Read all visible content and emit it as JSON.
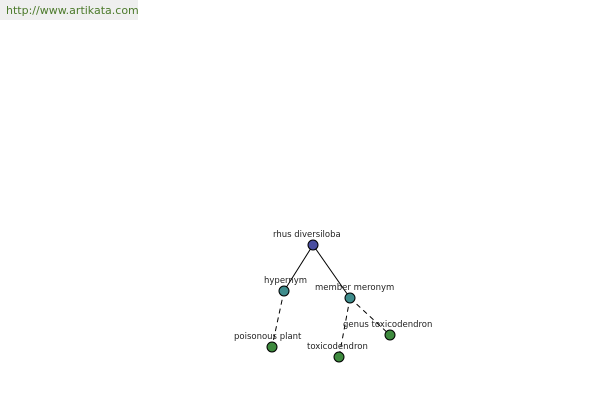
{
  "header": {
    "url": "http://www.artikata.com"
  },
  "colors": {
    "root": "#4a4ea0",
    "relation": "#3f8c8c",
    "leaf": "#3e8a3e",
    "url_text": "#4c7a2b",
    "url_bg": "#efefef"
  },
  "graph": {
    "nodes": {
      "root": {
        "label": "rhus diversiloba",
        "kind": "root"
      },
      "hypernym": {
        "label": "hypernym",
        "kind": "relation"
      },
      "member_meronym": {
        "label": "member meronym",
        "kind": "relation"
      },
      "poisonous_plant": {
        "label": "poisonous plant",
        "kind": "leaf"
      },
      "toxicodendron": {
        "label": "toxicodendron",
        "kind": "leaf"
      },
      "genus_toxicodendron": {
        "label": "genus toxicodendron",
        "kind": "leaf"
      }
    },
    "edges": [
      {
        "from": "root",
        "to": "hypernym",
        "style": "solid"
      },
      {
        "from": "root",
        "to": "member_meronym",
        "style": "solid"
      },
      {
        "from": "hypernym",
        "to": "poisonous_plant",
        "style": "dashed"
      },
      {
        "from": "member_meronym",
        "to": "toxicodendron",
        "style": "dashed"
      },
      {
        "from": "member_meronym",
        "to": "genus_toxicodendron",
        "style": "dashed"
      }
    ]
  }
}
